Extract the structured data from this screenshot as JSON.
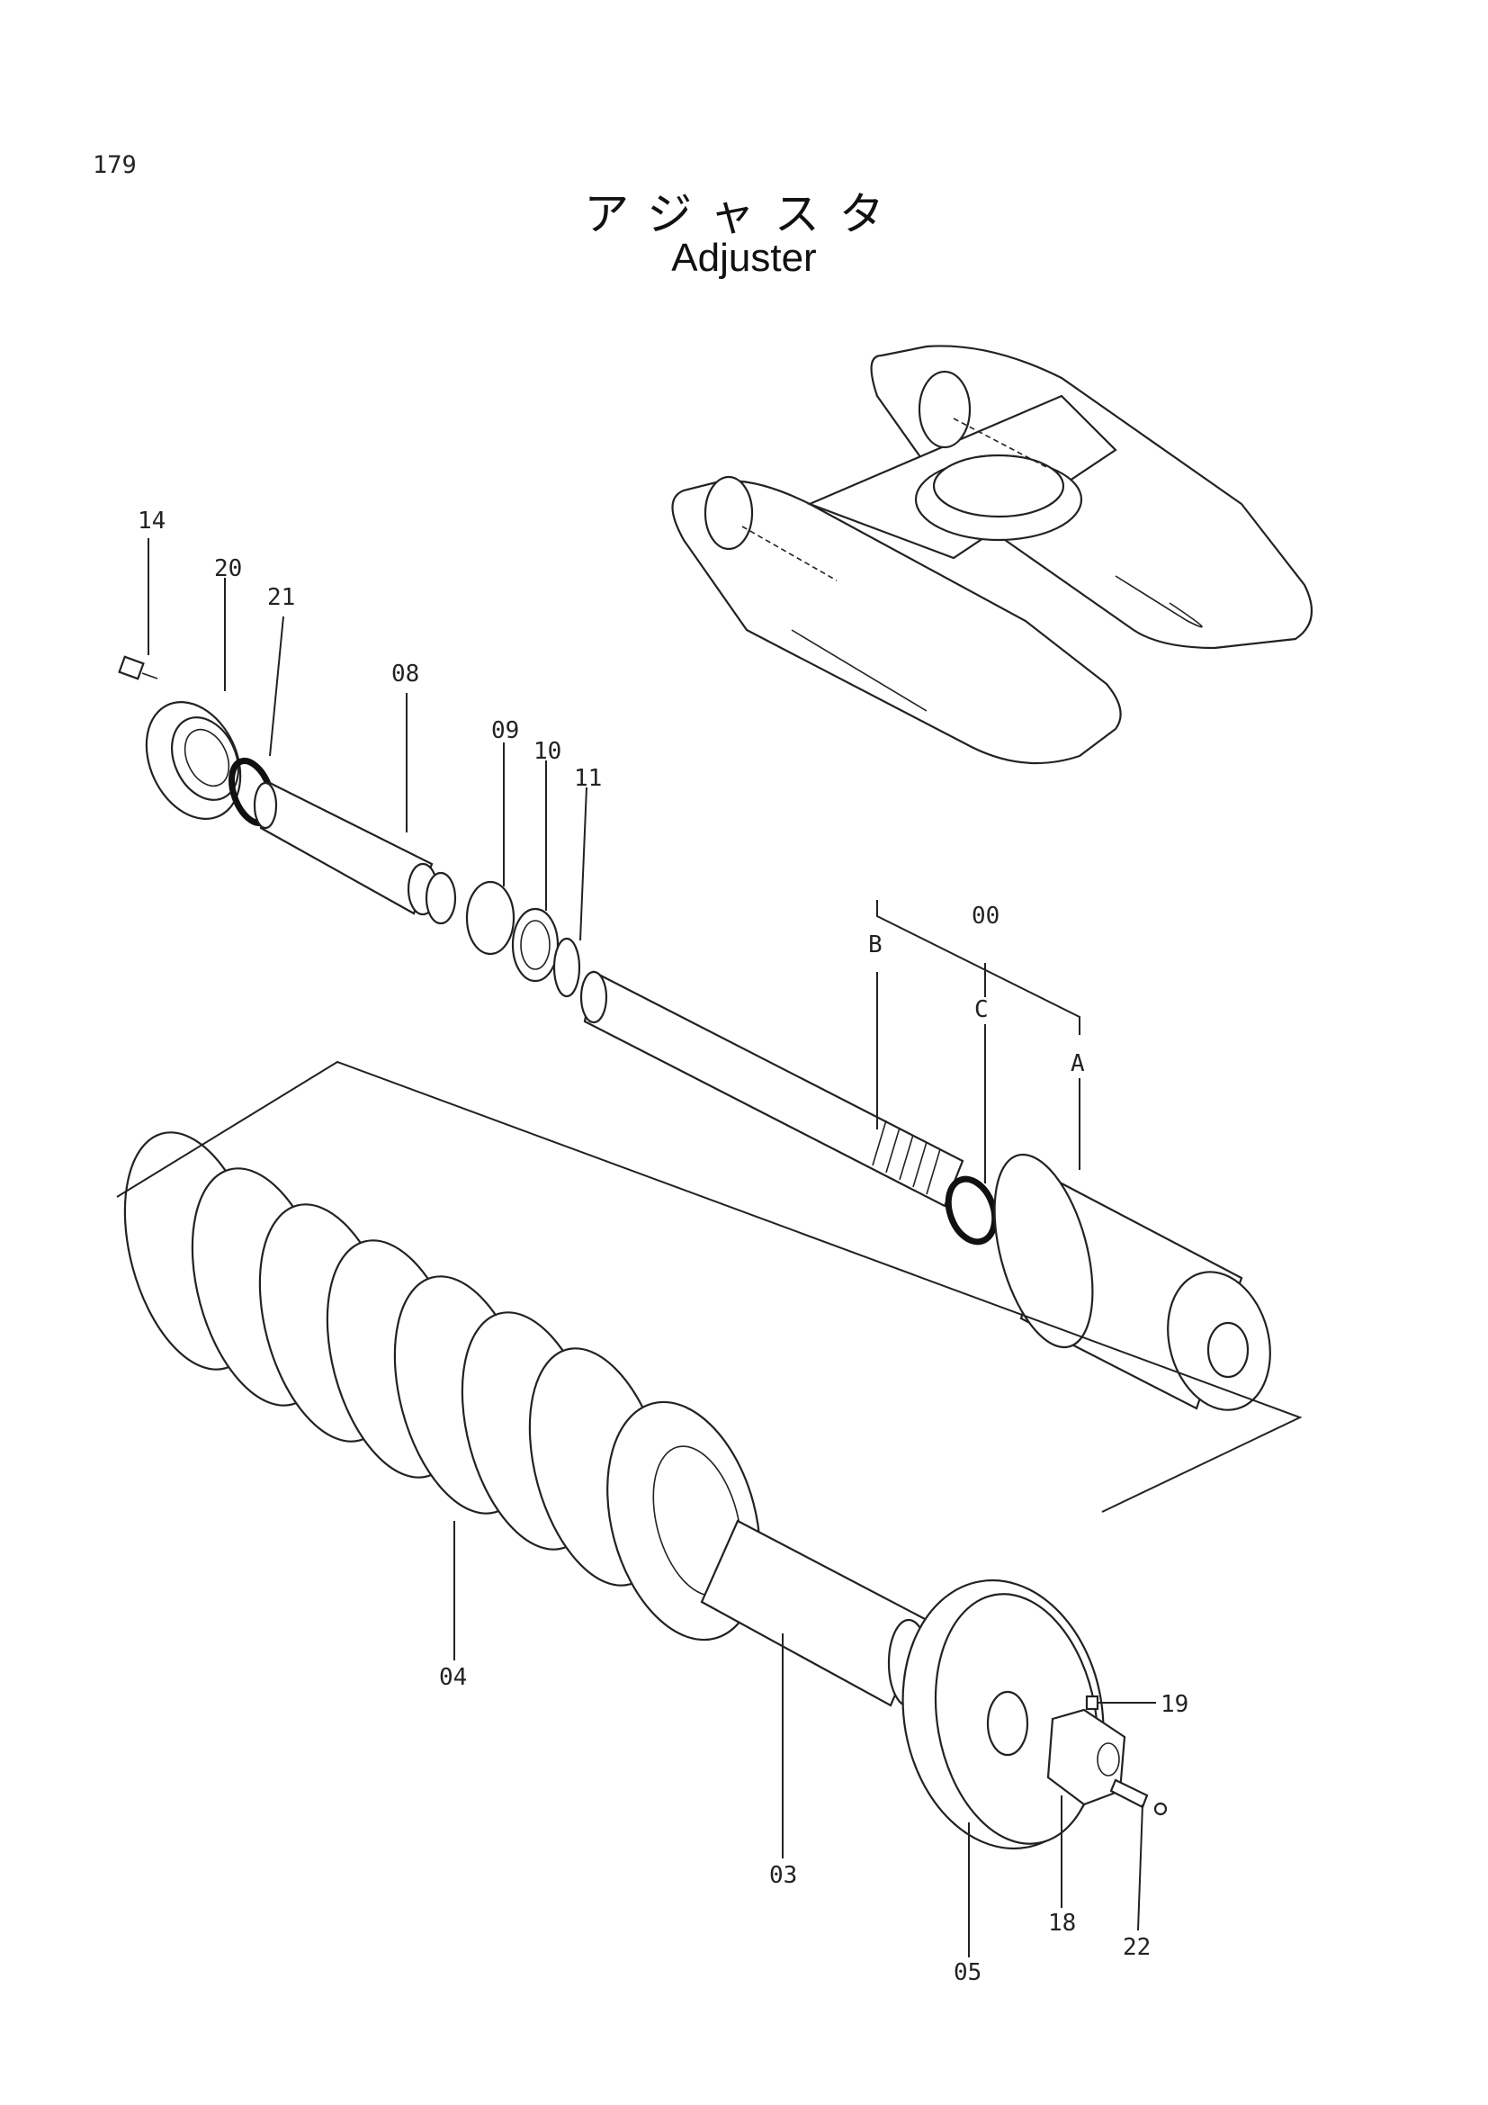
{
  "page_number": "179",
  "title_ja": "アジャスタ",
  "title_en": "Adjuster",
  "callouts": {
    "c14": "14",
    "c20": "20",
    "c21": "21",
    "c08": "08",
    "c09": "09",
    "c10": "10",
    "c11": "11",
    "c00": "00",
    "cB": "B",
    "cC": "C",
    "cA": "A",
    "c04": "04",
    "c03": "03",
    "c19": "19",
    "c18": "18",
    "c05": "05",
    "c22": "22"
  }
}
